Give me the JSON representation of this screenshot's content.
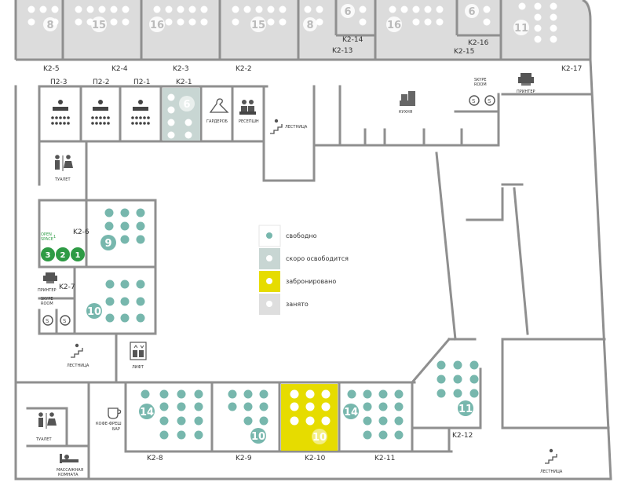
{
  "colors": {
    "free": "#77b7ad",
    "soon": "#c8d6d3",
    "booked": "#e6dc00",
    "busy": "#dedede",
    "wall": "#8f8f8f",
    "green": "#2e9b45"
  },
  "top_rooms": [
    {
      "count": "8"
    },
    {
      "count": "15"
    },
    {
      "count": "16"
    },
    {
      "count": "15"
    },
    {
      "count": "8"
    },
    {
      "count": "6"
    },
    {
      "count": "16"
    },
    {
      "count": "6"
    },
    {
      "count": "11"
    }
  ],
  "labels": {
    "k2_5": "K2-5",
    "k2_4": "K2-4",
    "k2_3": "K2-3",
    "k2_2": "K2-2",
    "k2_14": "K2-14",
    "k2_13": "K2-13",
    "k2_16": "K2-16",
    "k2_15": "K2-15",
    "k2_17": "K2-17",
    "p2_3": "П2-3",
    "p2_2": "П2-2",
    "p2_1": "П2-1",
    "k2_1": "K2-1",
    "k2_6": "K2-6",
    "k2_7": "K2-7",
    "k2_8": "K2-8",
    "k2_9": "K2-9",
    "k2_10": "K2-10",
    "k2_11": "K2-11",
    "k2_12": "K2-12"
  },
  "rooms": {
    "k2_1": "6",
    "k2_6": "9",
    "k2_7": "10",
    "k2_8": "14",
    "k2_9": "10",
    "k2_10": "10",
    "k2_11": "14",
    "k2_12": "11"
  },
  "amenities": {
    "wardrobe": "ГАРДЕРОБ",
    "reception": "РЕСЕПШН",
    "stairs": "ЛЕСТНИЦА",
    "kitchen": "КУХНЯ",
    "skype_room_1": "SKYPE",
    "skype_room_2": "ROOM",
    "printer": "ПРИНТЕР",
    "toilet": "ТУАЛЕТ",
    "lift": "ЛИФТ",
    "coffee_1": "КОФЕ-ФРЕШ",
    "coffee_2": "БАР",
    "massage_1": "МАССАЖНАЯ",
    "massage_2": "КОМНАТА",
    "open_space_1": "OPEN",
    "open_space_2": "SPACE",
    "s_glyph": "S"
  },
  "open_space": {
    "num": "1",
    "seats": [
      "3",
      "2",
      "1"
    ]
  },
  "legend": [
    {
      "label": "свободно",
      "status": "free"
    },
    {
      "label": "скоро освободится",
      "status": "soon"
    },
    {
      "label": "забронировано",
      "status": "booked"
    },
    {
      "label": "занято",
      "status": "busy"
    }
  ]
}
